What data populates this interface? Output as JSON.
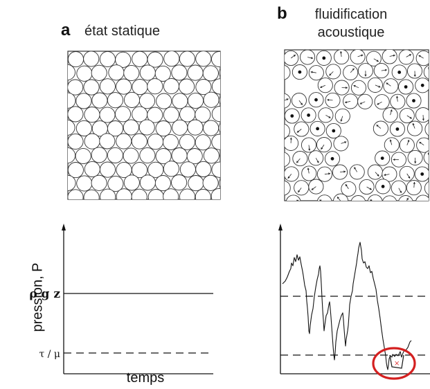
{
  "panel_a": {
    "letter": "a",
    "title": "état statique",
    "y_axis_label": "pression, P",
    "x_axis_label": "temps",
    "level_high_label": "ρ g z",
    "level_low_label": "τ / μ"
  },
  "panel_b": {
    "letter": "b",
    "title_line1": "fluidification",
    "title_line2": "acoustique"
  },
  "colors": {
    "line": "#111111",
    "highlight_circle": "#d42020",
    "marker": "#e03030"
  }
}
